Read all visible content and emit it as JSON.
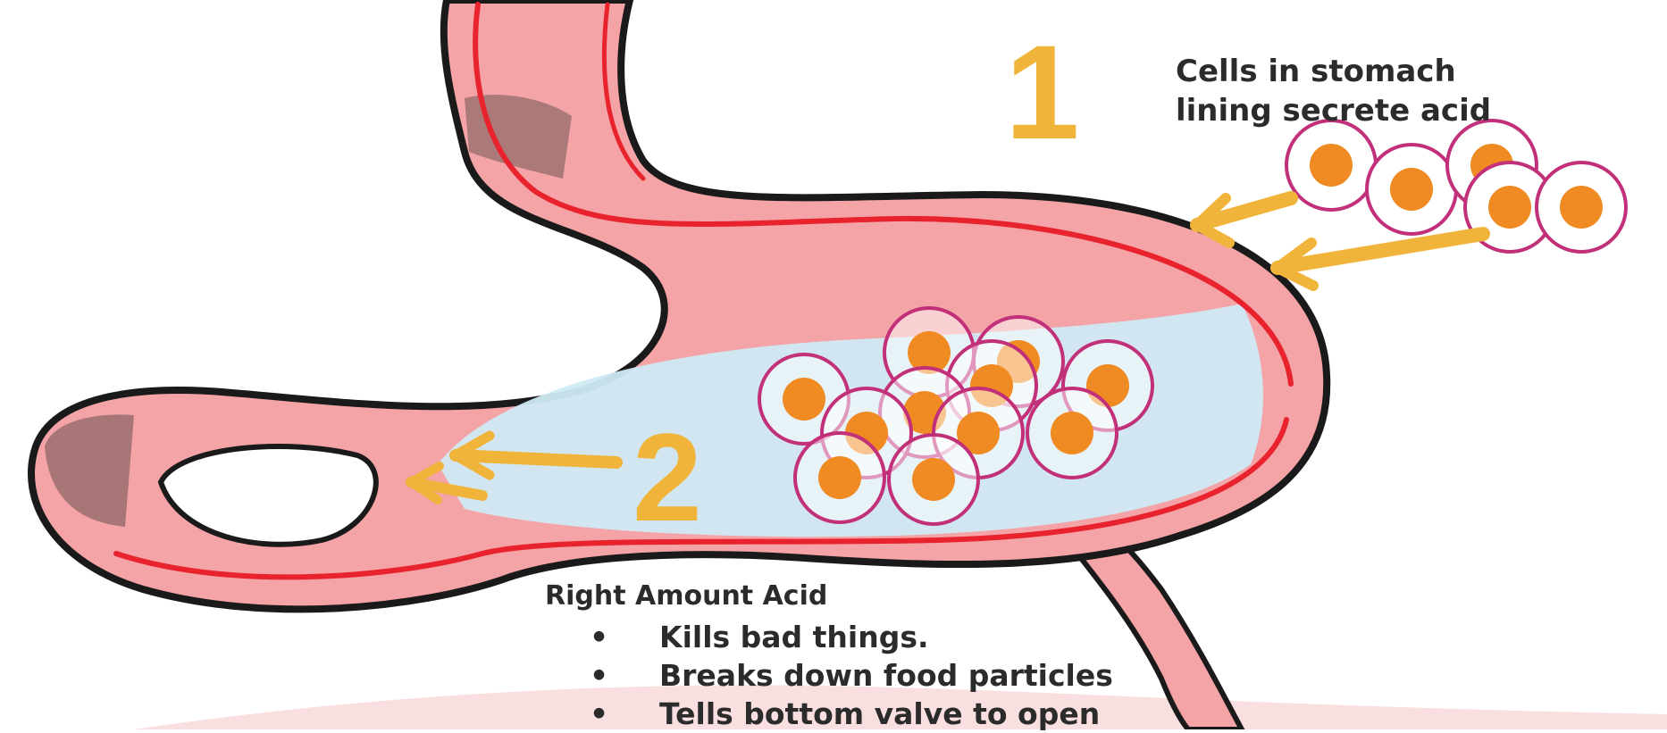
{
  "step1": {
    "number": "1",
    "caption_lines": [
      "Cells in stomach",
      "lining secrete acid"
    ]
  },
  "step2": {
    "number": "2",
    "title": "Right Amount Acid",
    "bullets": [
      "Kills bad things.",
      "Breaks down food particles",
      "Tells bottom valve to open"
    ]
  },
  "colors": {
    "stomach_wall": "#f4a3a6",
    "stomach_outline": "#1a1a1a",
    "lining_red": "#e8232e",
    "acid_fluid": "#cfeaf4",
    "accent_yellow": "#f0b43a",
    "cell_ring": "#c2307a",
    "cell_core": "#f08a22",
    "text": "#2b2b2b"
  }
}
